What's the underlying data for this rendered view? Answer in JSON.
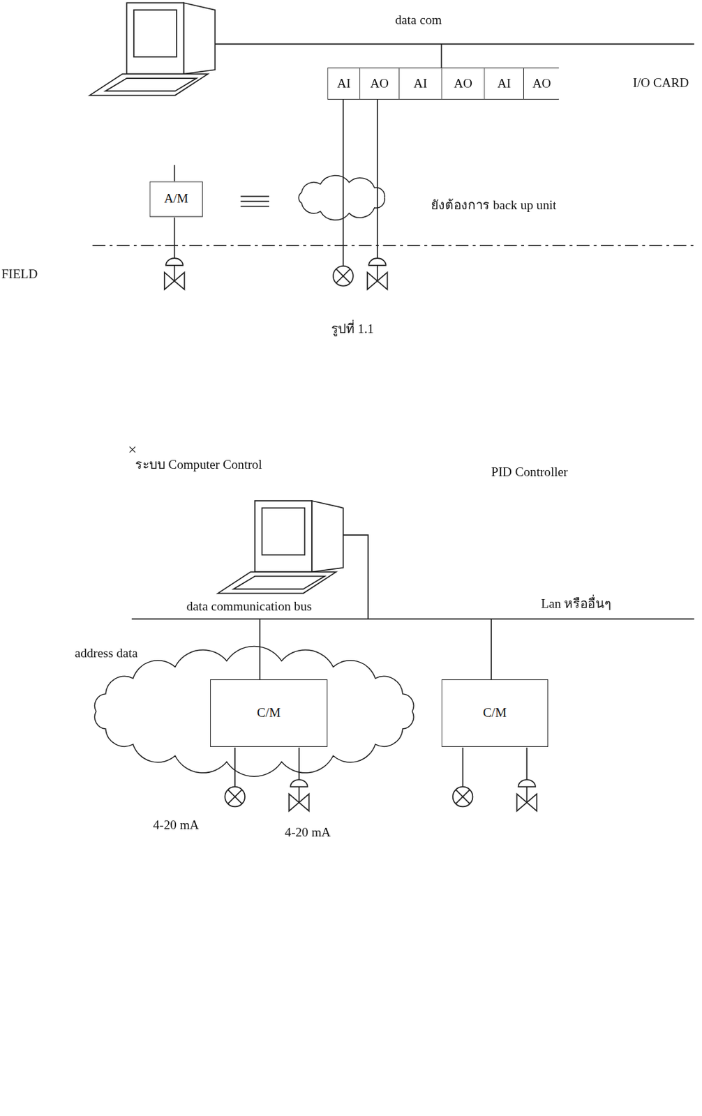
{
  "diagram": {
    "nodes": [
      {
        "text": [
          "I/O CARD"
        ]
      },
      {
        "text": [
          "AI"
        ],
        "in": 0
      },
      {
        "text": [
          "AO"
        ],
        "in": 0
      },
      {
        "text": [
          "AI"
        ],
        "in": 0
      },
      {
        "text": [
          "AO"
        ],
        "in": 0
      },
      {
        "text": [
          "AI"
        ],
        "in": 0
      },
      {
        "text": [
          "AO"
        ],
        "in": 0
      },
      {
        "text": [
          "A/M"
        ]
      },
      {
        "text": [
          "C/M"
        ]
      },
      {
        "text": [
          "C/M"
        ]
      }
    ],
    "labels": [
      "data com",
      "ยังต้องการ back up unit",
      "FIELD",
      "รูปที่ 1.1",
      "ระบบ Computer Control",
      "PID Controller",
      "data communication bus",
      "Lan หรืออื่นๆ",
      "address data",
      "4-20 mA",
      "4-20 mA"
    ]
  }
}
